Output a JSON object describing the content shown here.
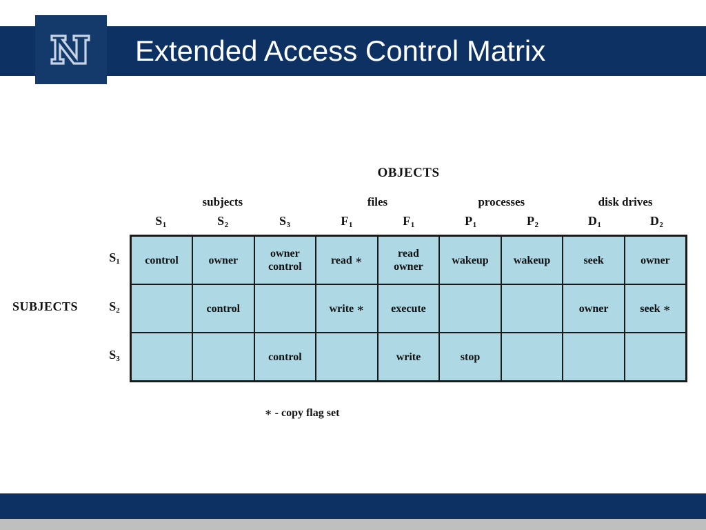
{
  "header": {
    "title": "Extended Access Control Matrix",
    "logo_icon": "university-n-logo",
    "bar_color": "#0E3163",
    "logo_tile_color": "#133A6B",
    "title_color": "#FFFFFF"
  },
  "footer": {
    "bar_color": "#0E3163",
    "strip_color": "#BFBFBF"
  },
  "diagram": {
    "objects_title": "OBJECTS",
    "subjects_axis_label": "SUBJECTS",
    "footnote": "∗ - copy flag set",
    "cell_fill_color": "#ADD8E4",
    "border_color": "#1A1A1A",
    "column_groups": [
      {
        "label": "subjects",
        "span": 3
      },
      {
        "label": "files",
        "span": 2
      },
      {
        "label": "processes",
        "span": 2
      },
      {
        "label": "disk drives",
        "span": 2
      }
    ],
    "column_headers": [
      {
        "base": "S",
        "sub": "1"
      },
      {
        "base": "S",
        "sub": "2"
      },
      {
        "base": "S",
        "sub": "3"
      },
      {
        "base": "F",
        "sub": "1"
      },
      {
        "base": "F",
        "sub": "1"
      },
      {
        "base": "P",
        "sub": "1"
      },
      {
        "base": "P",
        "sub": "2"
      },
      {
        "base": "D",
        "sub": "1"
      },
      {
        "base": "D",
        "sub": "2"
      }
    ],
    "row_headers": [
      {
        "base": "S",
        "sub": "1"
      },
      {
        "base": "S",
        "sub": "2"
      },
      {
        "base": "S",
        "sub": "3"
      }
    ],
    "rows": [
      [
        "control",
        "owner",
        "owner\ncontrol",
        "read ∗",
        "read\nowner",
        "wakeup",
        "wakeup",
        "seek",
        "owner"
      ],
      [
        "",
        "control",
        "",
        "write ∗",
        "execute",
        "",
        "",
        "owner",
        "seek ∗"
      ],
      [
        "",
        "",
        "control",
        "",
        "write",
        "stop",
        "",
        "",
        ""
      ]
    ]
  },
  "chart_data": {
    "type": "table",
    "title": "Extended Access Control Matrix",
    "xlabel": "OBJECTS",
    "ylabel": "SUBJECTS",
    "categories": [
      "S1",
      "S2",
      "S3",
      "F1",
      "F1",
      "P1",
      "P2",
      "D1",
      "D2"
    ],
    "column_groups": [
      "subjects",
      "subjects",
      "subjects",
      "files",
      "files",
      "processes",
      "processes",
      "disk drives",
      "disk drives"
    ],
    "row_labels": [
      "S1",
      "S2",
      "S3"
    ],
    "values": [
      [
        "control",
        "owner",
        "owner control",
        "read *",
        "read owner",
        "wakeup",
        "wakeup",
        "seek",
        "owner"
      ],
      [
        "",
        "control",
        "",
        "write *",
        "execute",
        "",
        "",
        "owner",
        "seek *"
      ],
      [
        "",
        "",
        "control",
        "",
        "write",
        "stop",
        "",
        "",
        ""
      ]
    ],
    "annotations": [
      "* - copy flag set"
    ],
    "legend": [],
    "grid": true
  }
}
